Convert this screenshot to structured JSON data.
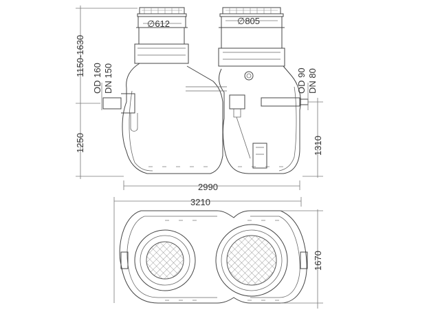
{
  "dimensions": {
    "cover_left": "∅612",
    "cover_right": "∅805",
    "height_neck": "1150-1630",
    "height_lower": "1250",
    "height_outlet": "1310",
    "inlet_od": "OD 160",
    "inlet_dn": "DN 150",
    "outlet_od": "OD 90",
    "outlet_dn": "DN 80",
    "length_side": "2990",
    "length_top": "3210",
    "width_top": "1670"
  },
  "colors": {
    "line": "#444444",
    "text": "#333333",
    "background": "#ffffff"
  }
}
